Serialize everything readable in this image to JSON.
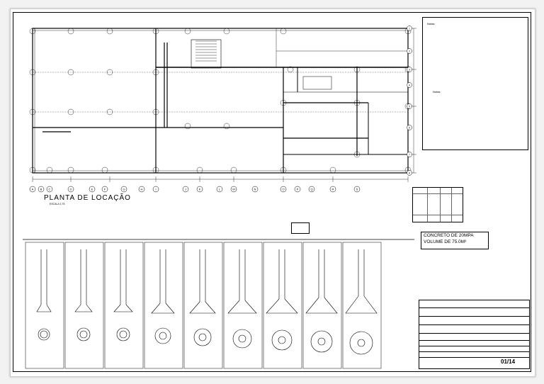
{
  "drawing": {
    "plan_title": "PLANTA DE LOCAÇÃO",
    "plan_scale": "ESCALA 1:75",
    "grid_letters_bottom": [
      "A",
      "B",
      "C",
      "D",
      "E",
      "F",
      "G",
      "H",
      "I",
      "J",
      "K",
      "L",
      "M",
      "N",
      "O",
      "P",
      "Q",
      "R",
      "S"
    ],
    "grid_numbers_right": [
      "1",
      "2",
      "3",
      "4",
      "5",
      "6",
      "7",
      "8"
    ]
  },
  "notes": {
    "title_1": "Notas",
    "title_2": "Notas"
  },
  "concrete": {
    "line_1": "CONCRETO DE 20MPA",
    "line_2": "VOLUME DE 75.0M³"
  },
  "titleblock": {
    "sheet_number": "01/14"
  }
}
